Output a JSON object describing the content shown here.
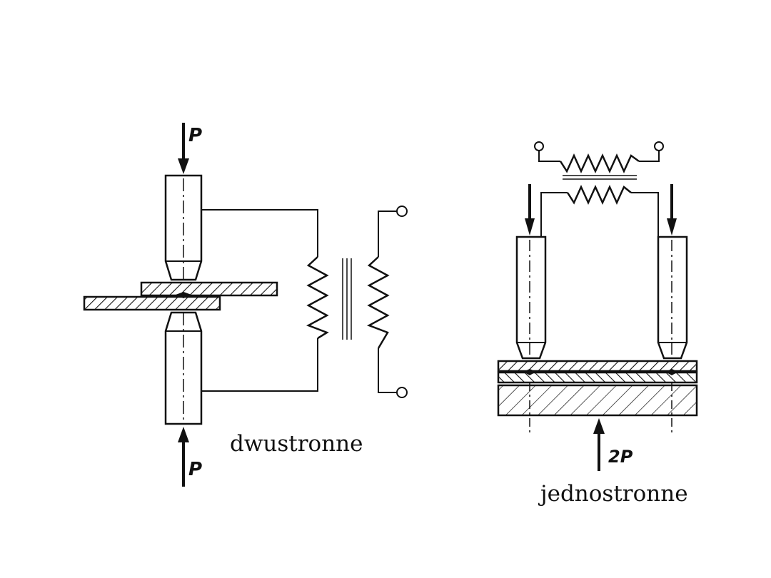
{
  "diagrams": {
    "double_sided": {
      "caption": "dwustronne",
      "force_top": "P",
      "force_bottom": "P"
    },
    "single_sided": {
      "caption": "jednostronne",
      "force_bottom": "2P"
    }
  },
  "colors": {
    "ink": "#111111",
    "background": "#ffffff"
  }
}
